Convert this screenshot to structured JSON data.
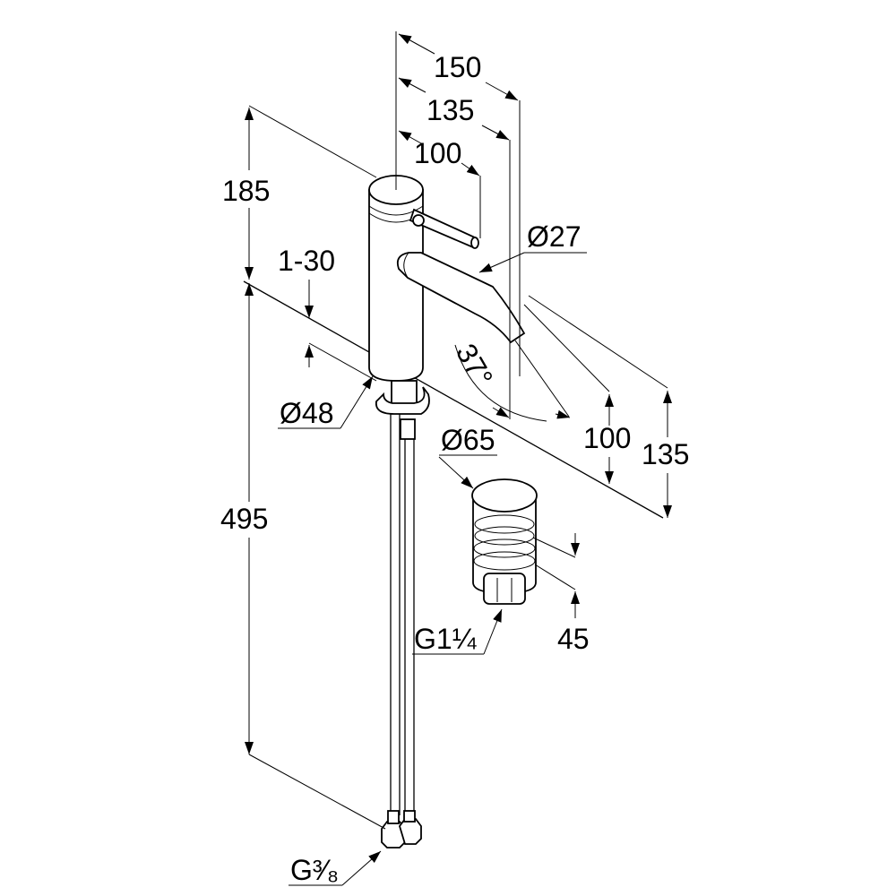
{
  "title": "Basin mixer technical dimension drawing",
  "dimensions": {
    "reach_150": "150",
    "reach_135": "135",
    "lever_100": "100",
    "height_185": "185",
    "deck_thickness": "1-30",
    "spout_diameter": "Ø27",
    "spout_angle": "37°",
    "body_diameter": "Ø48",
    "spout_height_100": "100",
    "spout_height_135": "135",
    "drain_diameter": "Ø65",
    "drain_height": "45",
    "drain_thread": "G1¼",
    "hose_length": "495",
    "hose_thread": "G³⁄₈"
  },
  "colors": {
    "line": "#000000",
    "background": "#ffffff"
  }
}
